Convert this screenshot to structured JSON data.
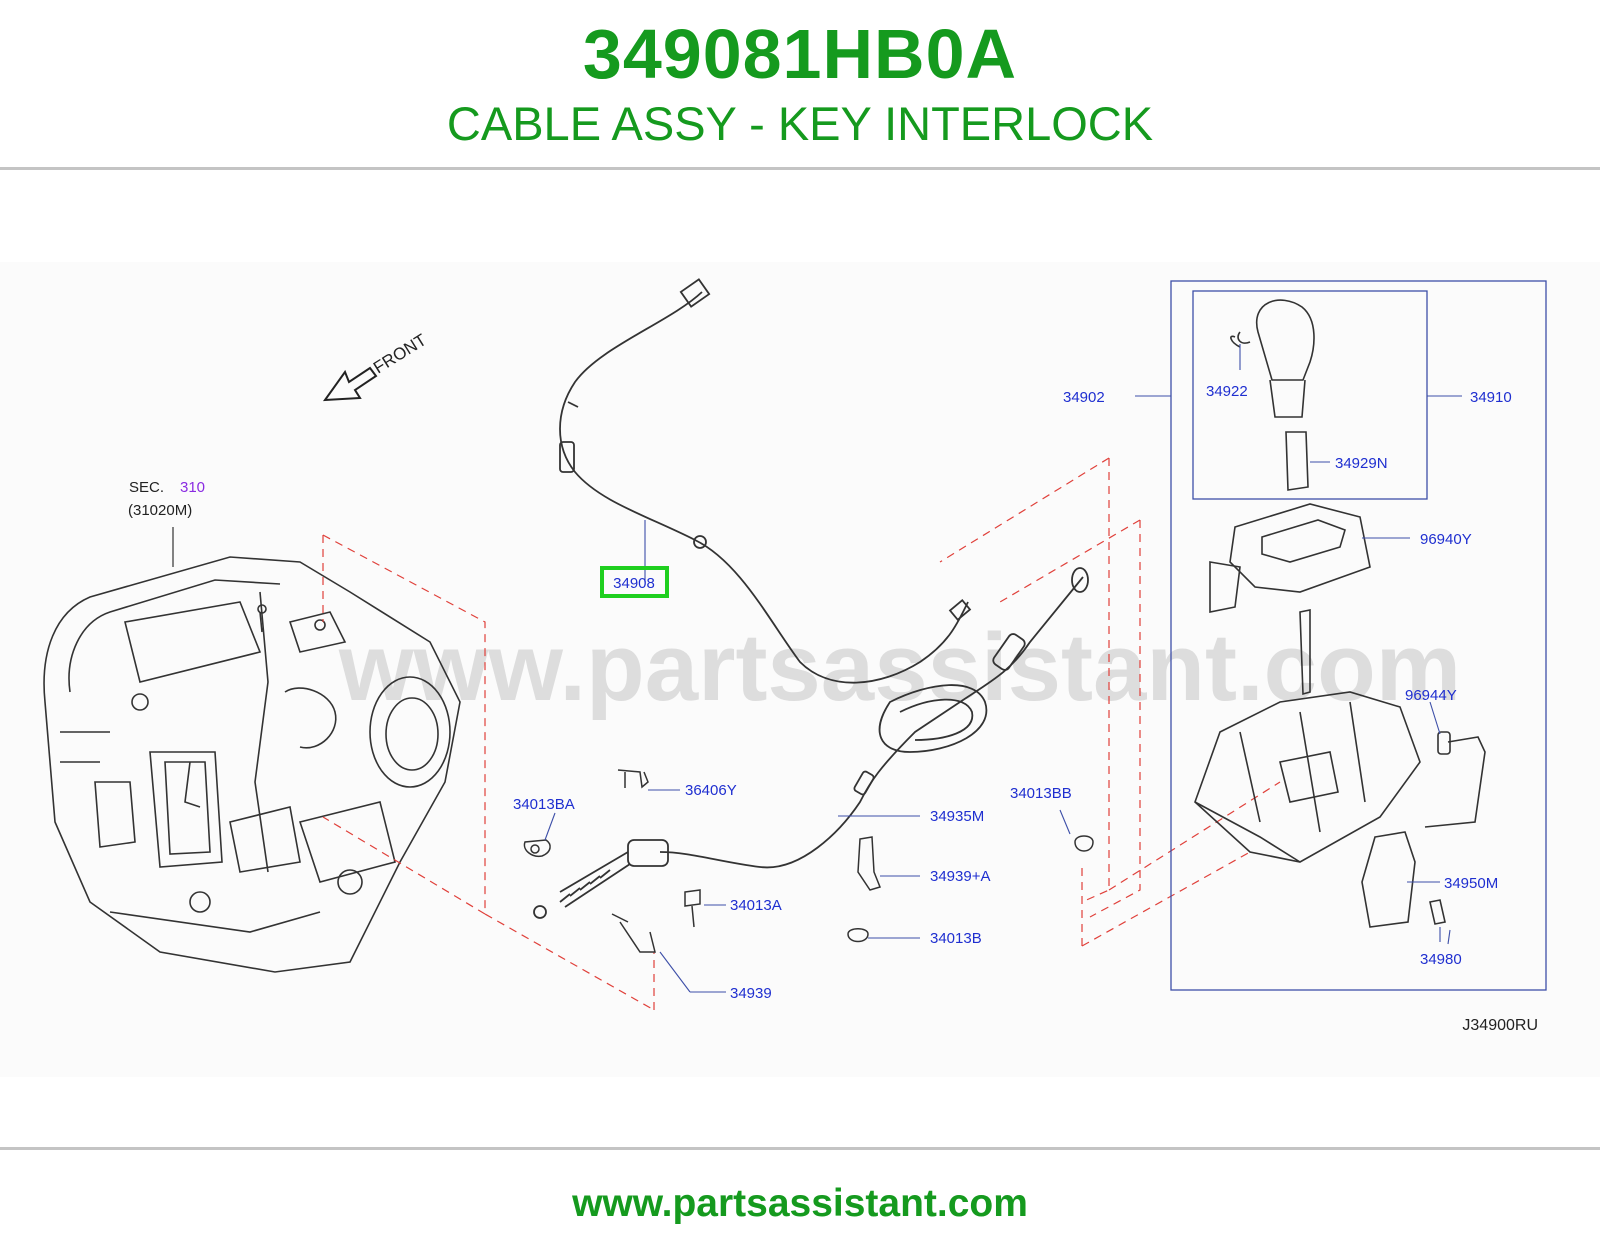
{
  "header": {
    "part_number": "349081HB0A",
    "part_title": "CABLE ASSY - KEY INTERLOCK"
  },
  "diagram": {
    "front_label": "FRONT",
    "sec_label": "SEC.",
    "sec_number": "310",
    "sec_sub": "(31020M)",
    "callouts": {
      "c34908": "34908",
      "c34902": "34902",
      "c34922": "34922",
      "c34910": "34910",
      "c34929N": "34929N",
      "c96940Y": "96940Y",
      "c96944Y": "96944Y",
      "c34950M": "34950M",
      "c34980": "34980",
      "c34013BA": "34013BA",
      "c36406Y": "36406Y",
      "c34935M": "34935M",
      "c34013BB": "34013BB",
      "c34939A_plus": "34939+A",
      "c34013A": "34013A",
      "c34013B": "34013B",
      "c34939": "34939"
    },
    "highlighted_part": "34908",
    "diagram_code": "J34900RU",
    "watermark": "www.partsassistant.com"
  },
  "footer": {
    "url": "www.partsassistant.com"
  },
  "colors": {
    "title_green": "#159a1e",
    "highlight_green": "#1fcf1f",
    "callout_blue": "#1f2fd0",
    "sec_purple": "#8a2be2",
    "dashed_red": "#e0403a"
  }
}
